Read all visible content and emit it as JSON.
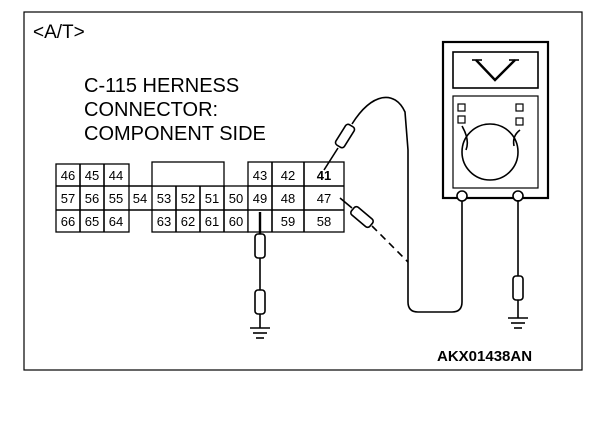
{
  "diagram": {
    "system_label": "<A/T>",
    "connector_title": [
      "C-115 HERNESS",
      "CONNECTOR:",
      "COMPONENT SIDE"
    ],
    "figure_code": "AKX01438AN",
    "connector": {
      "group_left": {
        "row1": [
          "46",
          "45",
          "44"
        ],
        "row2": [
          "57",
          "56",
          "55",
          "54"
        ],
        "row3": [
          "66",
          "65",
          "64"
        ]
      },
      "group_mid": {
        "row2": [
          "53",
          "52",
          "51",
          "50"
        ],
        "row3": [
          "63",
          "62",
          "61",
          "60"
        ]
      },
      "group_right": {
        "row1": [
          "43",
          "42",
          "41"
        ],
        "row2": [
          "49",
          "48",
          "47"
        ],
        "row3": [
          "59",
          "58"
        ]
      }
    },
    "meter": {
      "display_symbol": "V"
    }
  }
}
